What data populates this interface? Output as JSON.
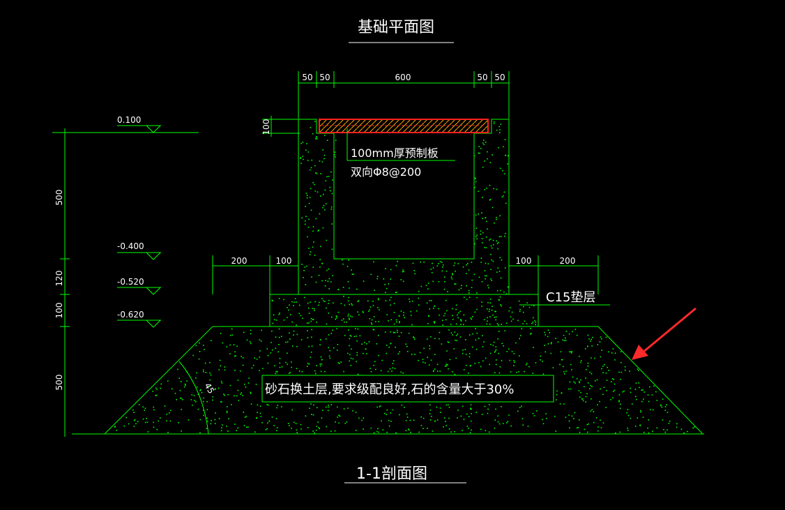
{
  "colors": {
    "background": "#000000",
    "outline": "#00ff00",
    "text": "#ffffff",
    "slab": "#ff2020",
    "arrow": "#ff2a2a"
  },
  "titles": {
    "top": "基础平面图",
    "bottom": "1-1剖面图"
  },
  "dimensions_top": [
    "50",
    "50",
    "600",
    "50",
    "50"
  ],
  "slab_thickness": "100",
  "elevations": [
    "0.100",
    "-0.400",
    "-0.520",
    "-0.620"
  ],
  "vertical_dims": [
    "500",
    "120",
    "100",
    "500"
  ],
  "side_dims": {
    "left": [
      "200",
      "100"
    ],
    "right": [
      "100",
      "200"
    ]
  },
  "notes": {
    "slab_line1": "100mm厚预制板",
    "slab_line2": "双向Φ8@200",
    "cushion": "C15垫层",
    "backfill": "砂石换土层,要求级配良好,石的含量大于30%",
    "angle": "45"
  },
  "arrow_icon": "pointer-arrow-icon"
}
